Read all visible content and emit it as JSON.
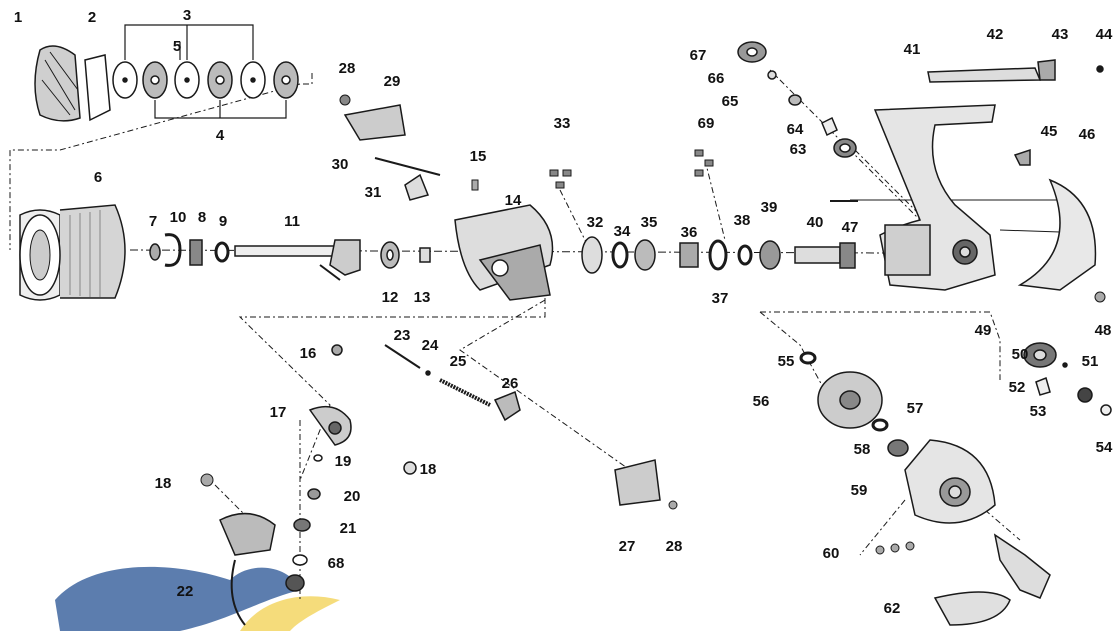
{
  "parts": [
    {
      "id": "p1",
      "label": "1"
    },
    {
      "id": "p2",
      "label": "2"
    },
    {
      "id": "p3",
      "label": "3"
    },
    {
      "id": "p4",
      "label": "4"
    },
    {
      "id": "p5",
      "label": "5"
    },
    {
      "id": "p6",
      "label": "6"
    },
    {
      "id": "p7",
      "label": "7"
    },
    {
      "id": "p8",
      "label": "8"
    },
    {
      "id": "p9",
      "label": "9"
    },
    {
      "id": "p10",
      "label": "10"
    },
    {
      "id": "p11",
      "label": "11"
    },
    {
      "id": "p12",
      "label": "12"
    },
    {
      "id": "p13",
      "label": "13"
    },
    {
      "id": "p14",
      "label": "14"
    },
    {
      "id": "p15",
      "label": "15"
    },
    {
      "id": "p16",
      "label": "16"
    },
    {
      "id": "p17",
      "label": "17"
    },
    {
      "id": "p18a",
      "label": "18"
    },
    {
      "id": "p18b",
      "label": "18"
    },
    {
      "id": "p19",
      "label": "19"
    },
    {
      "id": "p20",
      "label": "20"
    },
    {
      "id": "p21",
      "label": "21"
    },
    {
      "id": "p22",
      "label": "22"
    },
    {
      "id": "p23",
      "label": "23"
    },
    {
      "id": "p24",
      "label": "24"
    },
    {
      "id": "p25",
      "label": "25"
    },
    {
      "id": "p26",
      "label": "26"
    },
    {
      "id": "p27",
      "label": "27"
    },
    {
      "id": "p28a",
      "label": "28"
    },
    {
      "id": "p28b",
      "label": "28"
    },
    {
      "id": "p29",
      "label": "29"
    },
    {
      "id": "p30",
      "label": "30"
    },
    {
      "id": "p31",
      "label": "31"
    },
    {
      "id": "p32",
      "label": "32"
    },
    {
      "id": "p33",
      "label": "33"
    },
    {
      "id": "p34",
      "label": "34"
    },
    {
      "id": "p35",
      "label": "35"
    },
    {
      "id": "p36",
      "label": "36"
    },
    {
      "id": "p37",
      "label": "37"
    },
    {
      "id": "p38",
      "label": "38"
    },
    {
      "id": "p39",
      "label": "39"
    },
    {
      "id": "p40",
      "label": "40"
    },
    {
      "id": "p41",
      "label": "41"
    },
    {
      "id": "p42",
      "label": "42"
    },
    {
      "id": "p43",
      "label": "43"
    },
    {
      "id": "p44",
      "label": "44"
    },
    {
      "id": "p45",
      "label": "45"
    },
    {
      "id": "p46",
      "label": "46"
    },
    {
      "id": "p47",
      "label": "47"
    },
    {
      "id": "p48",
      "label": "48"
    },
    {
      "id": "p49",
      "label": "49"
    },
    {
      "id": "p50",
      "label": "50"
    },
    {
      "id": "p51",
      "label": "51"
    },
    {
      "id": "p52",
      "label": "52"
    },
    {
      "id": "p53",
      "label": "53"
    },
    {
      "id": "p54",
      "label": "54"
    },
    {
      "id": "p55",
      "label": "55"
    },
    {
      "id": "p56",
      "label": "56"
    },
    {
      "id": "p57",
      "label": "57"
    },
    {
      "id": "p58",
      "label": "58"
    },
    {
      "id": "p59",
      "label": "59"
    },
    {
      "id": "p60",
      "label": "60"
    },
    {
      "id": "p62",
      "label": "62"
    },
    {
      "id": "p63",
      "label": "63"
    },
    {
      "id": "p64",
      "label": "64"
    },
    {
      "id": "p65",
      "label": "65"
    },
    {
      "id": "p66",
      "label": "66"
    },
    {
      "id": "p67",
      "label": "67"
    },
    {
      "id": "p68",
      "label": "68"
    },
    {
      "id": "p69",
      "label": "69"
    }
  ],
  "colors": {
    "ink": "#1a1a1a",
    "part_fill": "#d9d9d9",
    "part_dark": "#555555",
    "watermark_blue": "#4a6fa5",
    "watermark_yellow": "#f2d35a"
  }
}
